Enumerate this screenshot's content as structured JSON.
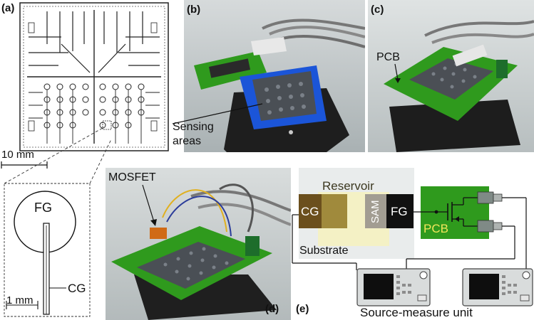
{
  "panels": {
    "a": "(a)",
    "b": "(b)",
    "c": "(c)",
    "d": "(d)",
    "e": "(e)"
  },
  "panel_a": {
    "scale_top": "10 mm",
    "fg": "FG",
    "cg": "CG",
    "scale_bottom": "1 mm"
  },
  "panel_b": {
    "sensing_line1": "Sensing",
    "sensing_line2": "areas"
  },
  "panel_c": {
    "pcb": "PCB"
  },
  "panel_d": {
    "mosfet": "MOSFET"
  },
  "panel_e": {
    "reservoir": "Reservoir",
    "cg": "CG",
    "sam": "SAM",
    "fg": "FG",
    "substrate": "Substrate",
    "pcb": "PCB",
    "smu": "Source-measure unit"
  },
  "colors": {
    "substrate_bg": "#e9ecec",
    "reservoir": "#f4f1c5",
    "cg_dark": "#6b4f1d",
    "cg_light": "#a08a3c",
    "sam": "#a29d92",
    "fg_block": "#111111",
    "pcb_green": "#2f9a1d",
    "pcb_text": "#f2e65a"
  }
}
